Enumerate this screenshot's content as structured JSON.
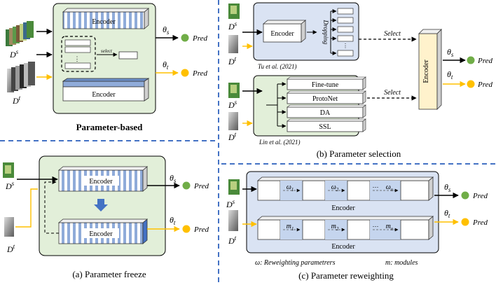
{
  "labels": {
    "d_s": "D",
    "d_s_sup": "s",
    "d_t": "D",
    "d_t_sup": "t",
    "theta": "θ",
    "theta_s_sub": "s",
    "theta_t_sub": "t",
    "pred": "Pred",
    "encoder": "Encoder",
    "select_small": "select",
    "select": "Select",
    "dropping": "Dropping",
    "dots": "⋯",
    "vdots": "⋮"
  },
  "panels": {
    "param_based": {
      "caption": "Parameter-based"
    },
    "freeze": {
      "caption": "(a) Parameter freeze"
    },
    "selection": {
      "caption": "(b) Parameter selection",
      "tu_label": "Tu et al. (2021)",
      "lin_label": "Lin et al. (2021)",
      "methods": [
        "Fine-tune",
        "ProtoNet",
        "DA",
        "SSL"
      ]
    },
    "reweighting": {
      "caption": "(c) Parameter reweighting",
      "omega_row": [
        "ω",
        "ω",
        "ω"
      ],
      "omega_subs": [
        "1",
        "2",
        "n"
      ],
      "m_row": [
        "m",
        "m",
        "m"
      ],
      "m_subs": [
        "1",
        "2",
        "n"
      ],
      "legend_omega_symbol": "ω",
      "legend_omega_text": ": Reweighting parametrers",
      "legend_m_symbol": "m",
      "legend_m_text": ": modules"
    }
  },
  "colors": {
    "green_panel": "#e2efd9",
    "blue_panel": "#dae3f3",
    "stripe_blue": "#8fabd9",
    "encoder_yellow": "#fff2cc",
    "pred_green": "#70ad47",
    "pred_yellow": "#ffc000",
    "arrow_yellow": "#ffc000",
    "divider_blue": "#4472c4"
  }
}
